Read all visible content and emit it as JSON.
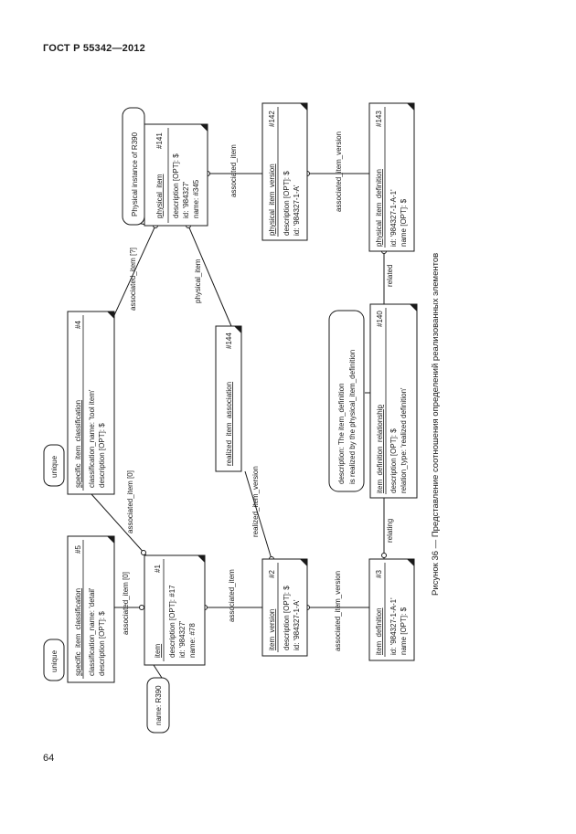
{
  "header": {
    "title": "ГОСТ Р 55342—2012"
  },
  "page_number": "64",
  "caption": "Рисунок 36 — Представление соотношения определений реализованных элементов",
  "instances": {
    "b141": {
      "type": "physical_item",
      "num": "#141",
      "lines": [
        "description [OPT]: $",
        "id: '984327'",
        "name: #345"
      ]
    },
    "b142": {
      "type": "physical_item_version",
      "num": "#142",
      "lines": [
        "description [OPT]: $",
        "id: '984327-1-A'"
      ]
    },
    "b143": {
      "type": "physical_item_definition",
      "num": "#143",
      "lines": [
        "id: '984327-1-A-1'",
        "name [OPT]: $"
      ]
    },
    "b4": {
      "type": "specific_item_classification",
      "num": "#4",
      "lines": [
        "classification_name: 'tool item'",
        "description [OPT]: $"
      ]
    },
    "b144": {
      "type": "realized_item_association",
      "num": "#144"
    },
    "b140": {
      "type": "item_definition_relationship",
      "num": "#140",
      "lines": [
        "description [OPT]: $",
        "relation_type: 'realized definition'"
      ]
    },
    "b5": {
      "type": "specific_item_classification",
      "num": "#5",
      "lines": [
        "classification_name: 'detail'",
        "description [OPT]: $"
      ]
    },
    "b1": {
      "type": "item",
      "num": "#1",
      "lines": [
        "description [OPT]: #17",
        "id: '984327'",
        "name: #78"
      ]
    },
    "b2": {
      "type": "item_version",
      "num": "#2",
      "lines": [
        "description [OPT]: $",
        "id: '984327-1-A'"
      ]
    },
    "b3": {
      "type": "item_definition",
      "num": "#3",
      "lines": [
        "id: '984327-1-A-1'",
        "name [OPT]: $"
      ]
    }
  },
  "notes": {
    "physical_instance": "Physical instance of R390",
    "unique_top": "unique",
    "unique_bottom": "unique",
    "name_r390": "name: R390",
    "description_note": [
      "description: The item_definition",
      "is realized by the physical_item_definition"
    ]
  },
  "relations": {
    "r141_142": "associated_item",
    "r142_143": "associated_item_version",
    "r141_4": "associated_item [?]",
    "r141_144": "physical_item",
    "r4_1": "associated_item [0]",
    "r144_2": "realized_item_version",
    "r140_143": "related",
    "r5_1": "associated_item [0]",
    "r1_2": "associated_item",
    "r2_3": "associated_item_version",
    "r3_140": "relating"
  }
}
